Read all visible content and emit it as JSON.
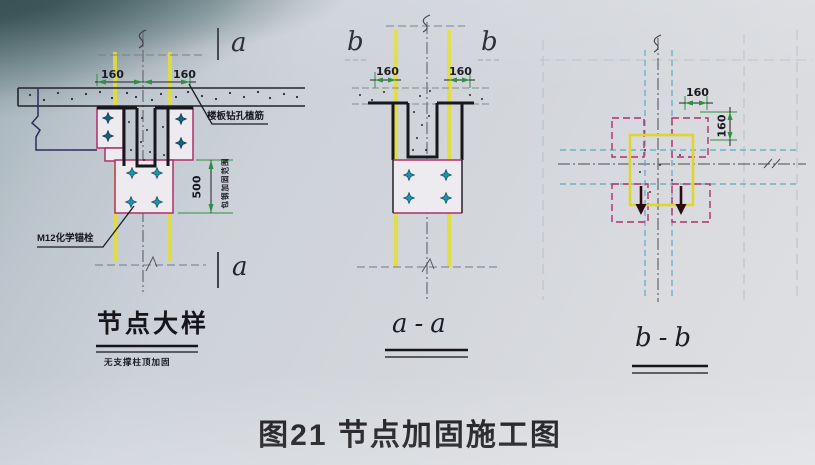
{
  "caption": "图21 节点加固施工图",
  "colors": {
    "paper": "#d3d6db",
    "shadow_corner": "#14262a",
    "ink": "#1c1c24",
    "plate_magenta": "#b03068",
    "highlight_yellow": "#e4df2e",
    "anchor_teal": "#1694b0",
    "dim_green": "#2f8f3f",
    "beam_dash_cyan": "#5aa8c8"
  },
  "views": {
    "detail": {
      "title": "节点大样",
      "subtitle": "无支撑柱顶加固",
      "section_letter_top": "a",
      "section_letter_bottom": "a",
      "dim_top_left": "160",
      "dim_top_right": "160",
      "dim_height": "500",
      "note_slab": "楼板钻孔植筋",
      "note_anchor": "M12化学锚栓",
      "note_vertical": "包钢加固范围"
    },
    "section_aa": {
      "label": "a-a",
      "marker_left": "b",
      "marker_right": "b",
      "dim_left": "160",
      "dim_right": "160"
    },
    "section_bb": {
      "label": "b-b",
      "dim_horizontal": "160",
      "dim_vertical": "160"
    }
  }
}
